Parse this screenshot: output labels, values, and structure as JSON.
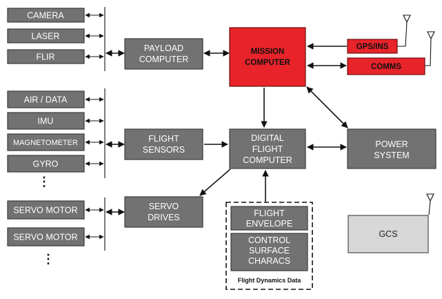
{
  "sensors_payload": [
    "CAMERA",
    "LASER",
    "FLIR"
  ],
  "sensors_flight": [
    "AIR / DATA",
    "IMU",
    "MAGNETOMETER",
    "GYRO"
  ],
  "servo_motors": [
    "SERVO MOTOR",
    "SERVO MOTOR"
  ],
  "ellipsis": "⋮",
  "payload_computer": [
    "PAYLOAD",
    "COMPUTER"
  ],
  "flight_sensors": [
    "FLIGHT",
    "SENSORS"
  ],
  "servo_drives": [
    "SERVO",
    "DRIVES"
  ],
  "mission_computer": [
    "MISSION",
    "COMPUTER"
  ],
  "gps_ins": "GPS/INS",
  "comms": "COMMS",
  "digital_flight_computer": [
    "DIGITAL",
    "FLIGHT",
    "COMPUTER"
  ],
  "power_system": [
    "POWER",
    "SYSTEM"
  ],
  "flight_envelope": [
    "FLIGHT",
    "ENVELOPE"
  ],
  "control_surface": [
    "CONTROL",
    "SURFACE",
    "CHARACS"
  ],
  "flight_dynamics_caption": "Flight Dynamics Data",
  "gcs": "GCS",
  "colors": {
    "component_gray": "#727272",
    "mission_red": "#e8232a",
    "ground_light_gray": "#d7d7d7"
  }
}
